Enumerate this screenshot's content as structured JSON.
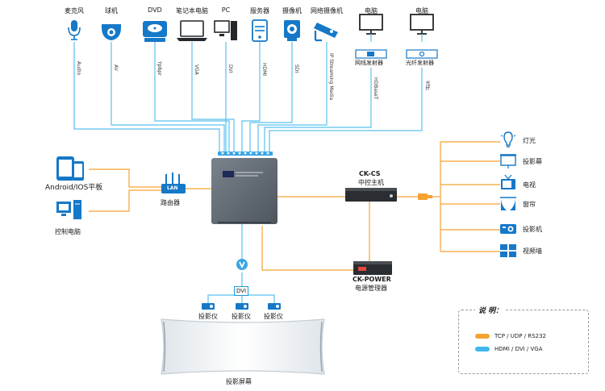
{
  "sources": [
    {
      "name": "麦克风",
      "signal": "Audio",
      "icon": "microphone-icon"
    },
    {
      "name": "球机",
      "signal": "AV",
      "icon": "dome-camera-icon"
    },
    {
      "name": "DVD",
      "signal": "Ypbpr",
      "icon": "dvd-player-icon"
    },
    {
      "name": "笔记本电脑",
      "signal": "VGA",
      "icon": "laptop-icon"
    },
    {
      "name": "PC",
      "signal": "DVI",
      "icon": "pc-icon"
    },
    {
      "name": "服务器",
      "signal": "HDMI",
      "icon": "server-icon"
    },
    {
      "name": "摄像机",
      "signal": "SDI",
      "icon": "camera-icon"
    },
    {
      "name": "网络摄像机",
      "signal": "IP Streaming Media",
      "icon": "ip-camera-icon"
    }
  ],
  "remote_sources": [
    {
      "name": "电脑",
      "transmitter": "网线发射器",
      "signal": "HDBaseT",
      "icon": "monitor-icon"
    },
    {
      "name": "电脑",
      "transmitter": "光纤发射器",
      "signal": "光纤",
      "icon": "monitor-icon"
    }
  ],
  "clients": [
    {
      "name": "Android/IOS平板",
      "icon": "tablet-phone-icon"
    },
    {
      "name": "控制电脑",
      "icon": "control-pc-icon"
    }
  ],
  "router": {
    "badge": "LAN",
    "name": "路由器"
  },
  "controller": {
    "model": "CK-CS",
    "name": "中控主机"
  },
  "power_manager": {
    "model": "CK-POWER",
    "name": "电源管理器"
  },
  "outputs": [
    {
      "name": "灯光",
      "icon": "light-icon"
    },
    {
      "name": "投影幕",
      "icon": "projection-screen-icon"
    },
    {
      "name": "电视",
      "icon": "tv-icon"
    },
    {
      "name": "窗帘",
      "icon": "curtain-icon"
    },
    {
      "name": "投影机",
      "icon": "projector-icon"
    },
    {
      "name": "视频墙",
      "icon": "video-wall-icon"
    }
  ],
  "display": {
    "dvi_badge": "DVI",
    "projectors": [
      "投影仪",
      "投影仪",
      "投影仪"
    ],
    "screen_label": "投影屏幕"
  },
  "legend": {
    "title": "说 明：",
    "items": [
      {
        "label": "TCP / UDP / RS232",
        "color": "#f5a232"
      },
      {
        "label": "HDMI / DVI / VGA",
        "color": "#3fb8ec"
      }
    ]
  },
  "colors": {
    "control_line": "#f5a232",
    "av_line": "#5ac0ee",
    "icon_blue": "#1578c8",
    "icon_dark": "#25282c"
  }
}
